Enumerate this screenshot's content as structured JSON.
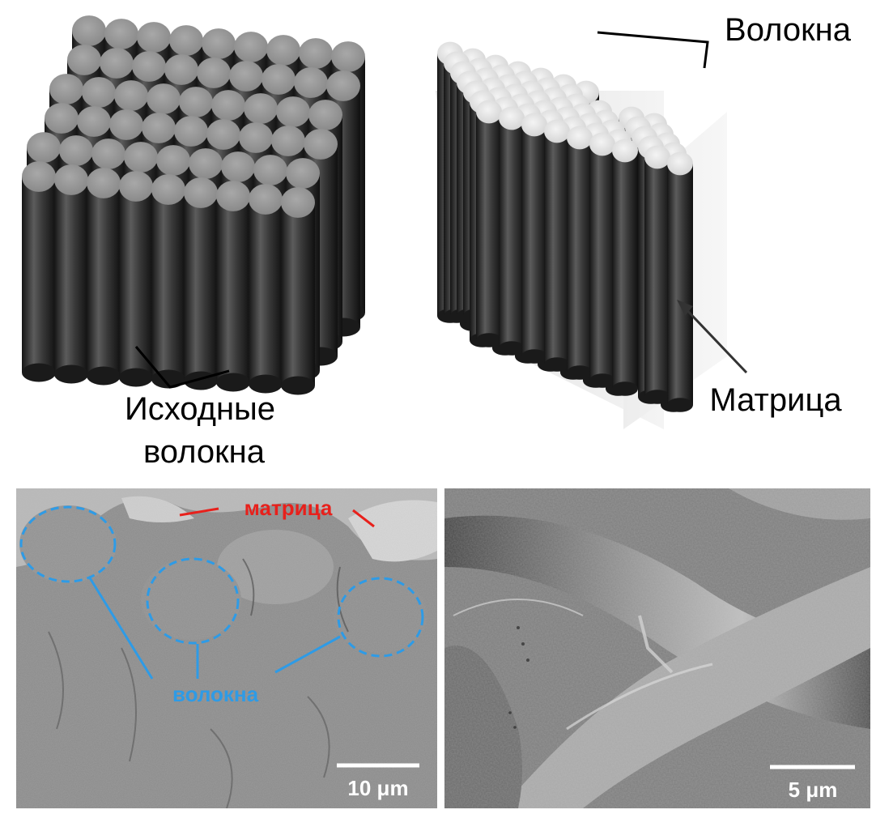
{
  "panel_a": {
    "label_line1": "Исходные",
    "label_line2": "волокна"
  },
  "panel_b": {
    "fibers_label": "Волокна",
    "matrix_label": "Матрица"
  },
  "panel_c": {
    "matrix_label": "матрица",
    "fibers_label": "волокна",
    "scale_label": "10 μm",
    "label_colors": {
      "matrix": "#e8201b",
      "fibers": "#2e9be6"
    }
  },
  "panel_d": {
    "scale_label": "5 μm"
  }
}
